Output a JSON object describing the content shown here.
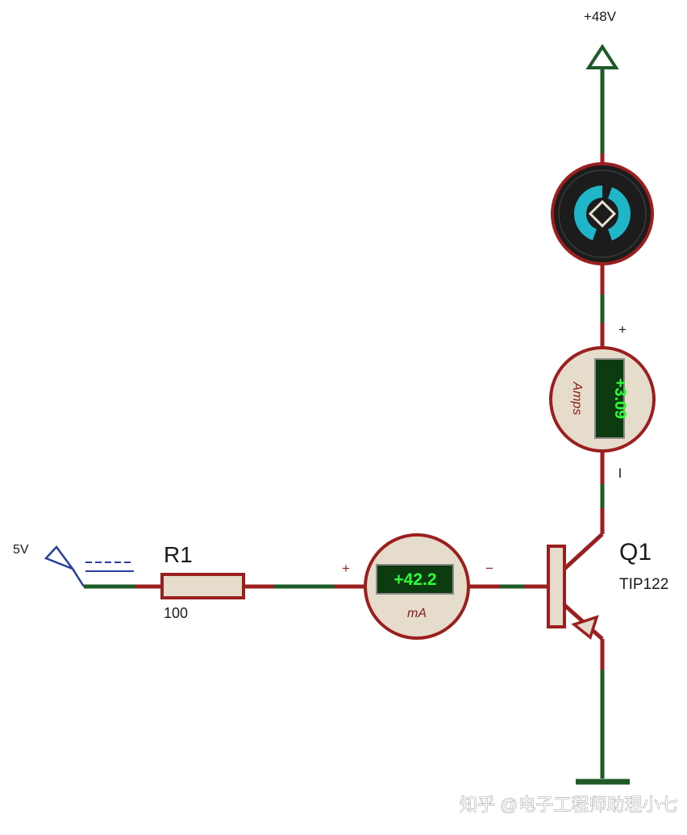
{
  "supply": {
    "label": "+48V"
  },
  "input": {
    "label": "5V"
  },
  "resistor": {
    "ref": "R1",
    "value": "100"
  },
  "ammeter_ma": {
    "reading": "+42.2",
    "unit": "mA",
    "plus": "+",
    "minus": "−"
  },
  "ammeter_amps": {
    "reading": "+3.09",
    "unit": "Amps",
    "plus": "+",
    "minus": "I"
  },
  "transistor": {
    "ref": "Q1",
    "part": "TIP122"
  },
  "watermark": {
    "text": "知乎 @电子工程师助理小七"
  },
  "colors": {
    "wire": "#1e5a28",
    "pin": "#9c1f1f",
    "body_fill": "#e6dccb",
    "lcd_bg": "#0d3b10",
    "lcd_text": "#2cff3a",
    "motor_ring": "#1c1c1c",
    "motor_accent": "#1fb6c9",
    "probe_line": "#2a3f9c"
  }
}
